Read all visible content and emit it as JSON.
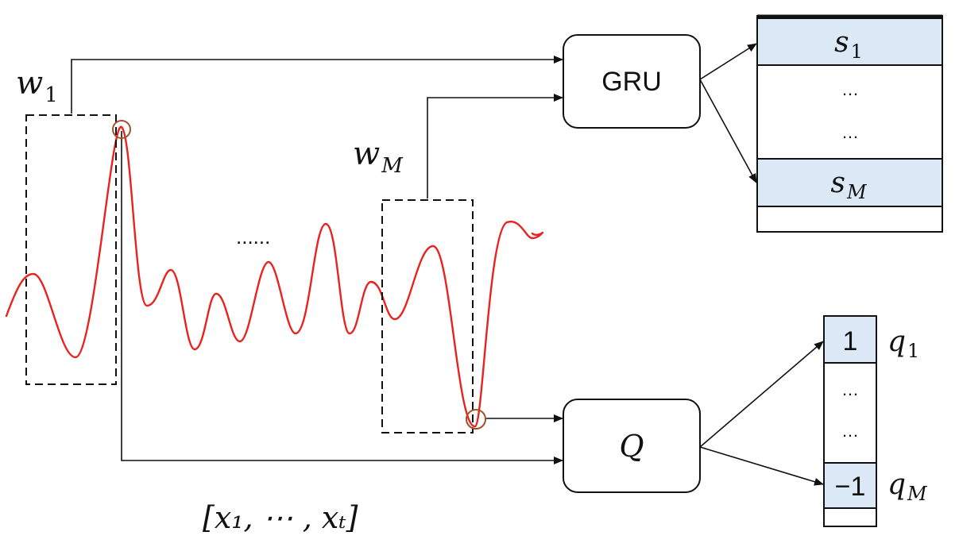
{
  "window_labels": {
    "first": "w",
    "first_sub": "1",
    "last": "w",
    "last_sub": "M"
  },
  "signal": {
    "ellipsis": "......",
    "sequence_label": "[x₁, ⋯ , xₜ]",
    "line_color": "#e8231f",
    "marker_color": "#a0522d"
  },
  "blocks": {
    "gru_label": "GRU",
    "q_label": "Q"
  },
  "state_table": {
    "first": "s",
    "first_sub": "1",
    "dots_1": "…",
    "dots_2": "…",
    "last": "s",
    "last_sub": "M",
    "highlight_color": "#dbe8f5"
  },
  "q_table": {
    "first_value": "1",
    "dots_1": "…",
    "dots_2": "…",
    "last_value": "−1",
    "first_label": "q",
    "first_label_sub": "1",
    "last_label": "q",
    "last_label_sub": "M"
  }
}
